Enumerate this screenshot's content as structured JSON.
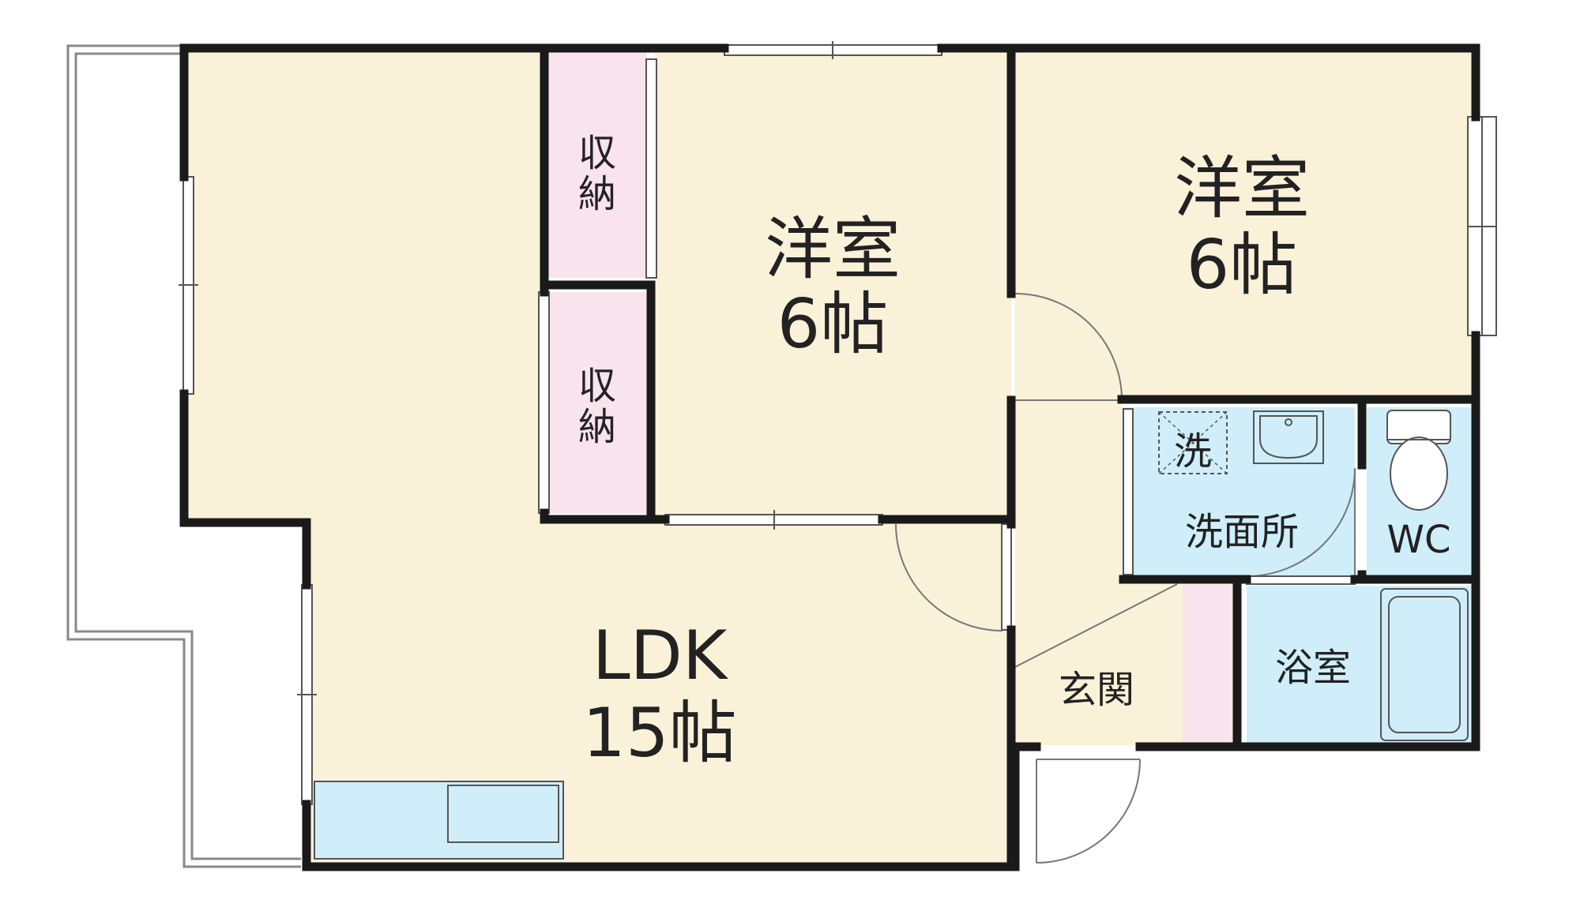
{
  "colors": {
    "wall": "#1a1a1a",
    "room_floor": "#faf1d9",
    "storage": "#f9e3ec",
    "wet_area": "#cfeefa",
    "balcony_outline": "#888888",
    "background": "#ffffff"
  },
  "rooms": {
    "ldk": {
      "name": "LDK",
      "size": "15帖"
    },
    "western_center": {
      "name": "洋室",
      "size": "6帖"
    },
    "western_right": {
      "name": "洋室",
      "size": "6帖"
    },
    "storage_upper": {
      "line1": "収",
      "line2": "納"
    },
    "storage_lower": {
      "line1": "収",
      "line2": "納"
    },
    "washroom": {
      "name": "洗面所"
    },
    "washer": {
      "name": "洗"
    },
    "toilet": {
      "name": "WC"
    },
    "bath": {
      "name": "浴室"
    },
    "entrance": {
      "name": "玄関"
    }
  }
}
